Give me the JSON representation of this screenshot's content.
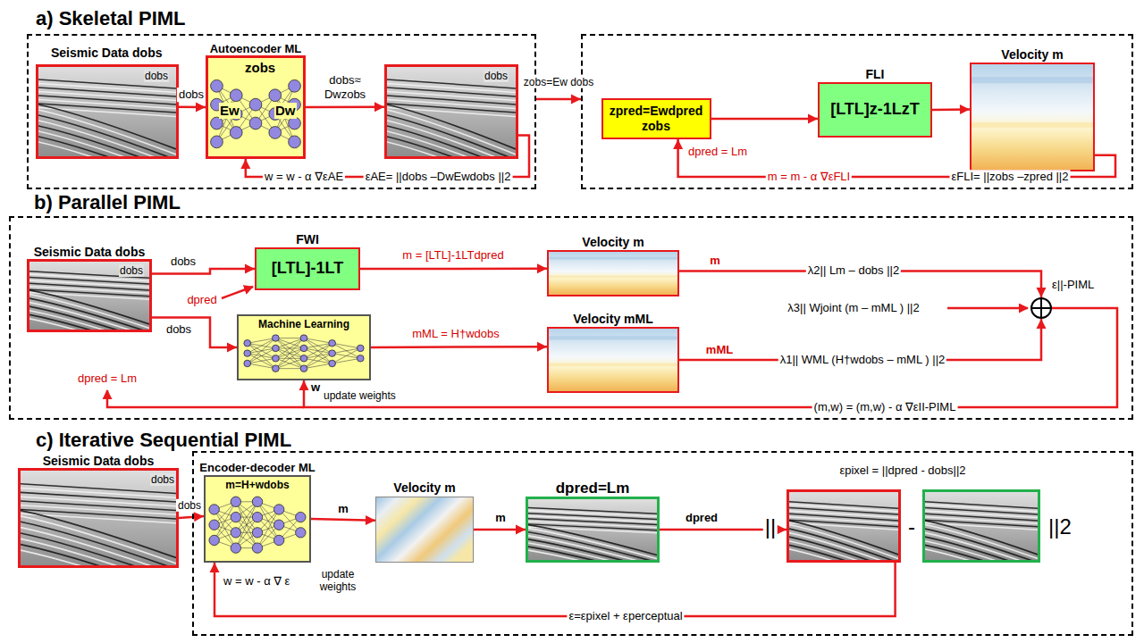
{
  "diagram": {
    "nodes": [
      {
        "text": [
          "a) Skeletal PIML"
        ]
      },
      {
        "text": [
          "Seismic Data dobs",
          "dobs"
        ],
        "in": 0
      },
      {
        "text": [
          "Autoencoder ML",
          "zobs",
          "Ew",
          "Dw"
        ],
        "in": 0
      },
      {
        "text": [
          "dobs"
        ],
        "in": 0
      },
      {
        "text": []
      },
      {
        "text": [
          "zpred=Ewdpred",
          "zobs"
        ],
        "in": 4
      },
      {
        "text": [
          "FLI",
          "[LTL]z-1LzT"
        ],
        "in": 4
      },
      {
        "text": [
          "Velocity m"
        ],
        "in": 4
      },
      {
        "text": [
          "b) Parallel PIML"
        ]
      },
      {
        "text": [
          "Seismic Data dobs",
          "dobs"
        ],
        "in": 8
      },
      {
        "text": [
          "FWI",
          "[LTL]-1LT"
        ],
        "in": 8
      },
      {
        "text": [
          "Velocity m"
        ],
        "in": 8
      },
      {
        "text": [
          "Machine Learning"
        ],
        "in": 8
      },
      {
        "text": [
          "Velocity mML"
        ],
        "in": 8
      },
      {
        "text": [
          "ε||-PIML"
        ],
        "in": 8
      },
      {
        "text": [
          "c) Iterative Sequential PIML"
        ]
      },
      {
        "text": [
          "Seismic Data dobs",
          "dobs"
        ]
      },
      {
        "text": [
          "Encoder-decoder ML",
          "m=H+wdobs"
        ],
        "in": 15
      },
      {
        "text": [
          "Velocity m"
        ],
        "in": 15
      },
      {
        "text": [
          "dpred=Lm"
        ],
        "in": 15
      },
      {
        "text": [],
        "in": 15
      },
      {
        "text": [],
        "in": 15
      }
    ],
    "edges": [
      {
        "from": 1,
        "to": 2,
        "label": "dobs",
        "arrow": "to"
      },
      {
        "from": 2,
        "to": 3,
        "label": "dobs≈ Dwzobs",
        "arrow": "to"
      },
      {
        "from": 3,
        "to": 2,
        "label": "εAE= ||dobs –DwEwdobs ||2",
        "arrow": "to"
      },
      {
        "from": 0,
        "to": 4,
        "label": "zobs=Ew dobs",
        "arrow": "to"
      },
      {
        "from": 5,
        "to": 6,
        "arrow": "to"
      },
      {
        "from": 6,
        "to": 7,
        "arrow": "to"
      },
      {
        "from": 7,
        "to": 5,
        "label": "εFLI= ||zobs –zpred ||2",
        "arrow": "to"
      },
      {
        "from": 9,
        "to": 10,
        "label": "dobs",
        "arrow": "to"
      },
      {
        "from": 9,
        "to": 12,
        "label": "dobs",
        "arrow": "to"
      },
      {
        "from": 10,
        "to": 11,
        "label": "m = [LTL]-1LTdpred",
        "arrow": "to"
      },
      {
        "from": 12,
        "to": 13,
        "label": "mML = H†wdobs",
        "arrow": "to"
      },
      {
        "from": 11,
        "to": 14,
        "label": "λ2|| Lm – dobs ||2",
        "arrow": "to"
      },
      {
        "from": 13,
        "to": 14,
        "label": "λ1|| WML (H†wdobs – mML ) ||2",
        "arrow": "to"
      },
      {
        "from": 14,
        "to": 12,
        "label": "(m,w) = (m,w) - α ∇εII-PIML",
        "arrow": "to"
      },
      {
        "from": 16,
        "to": 17,
        "label": "dobs",
        "arrow": "to"
      },
      {
        "from": 17,
        "to": 18,
        "label": "m",
        "arrow": "to"
      },
      {
        "from": 18,
        "to": 19,
        "label": "m",
        "arrow": "to"
      },
      {
        "from": 19,
        "to": 20,
        "label": "dpred",
        "arrow": "to"
      },
      {
        "from": 20,
        "to": 17,
        "label": "ε=εpixel + εperceptual",
        "arrow": "to"
      }
    ],
    "labels": [
      "w = w - α ∇εAE",
      "m = m - α ∇εFLI",
      "dpred = Lm",
      "dpred",
      "m",
      "λ3|| Wjoint (m – mML ) ||2",
      "mML",
      "w",
      "update weights",
      "dpred = Lm",
      "εpixel = ||dpred - dobs||2",
      "||",
      "-",
      "||2",
      "w = w - α ∇ ε",
      "update weights"
    ]
  }
}
